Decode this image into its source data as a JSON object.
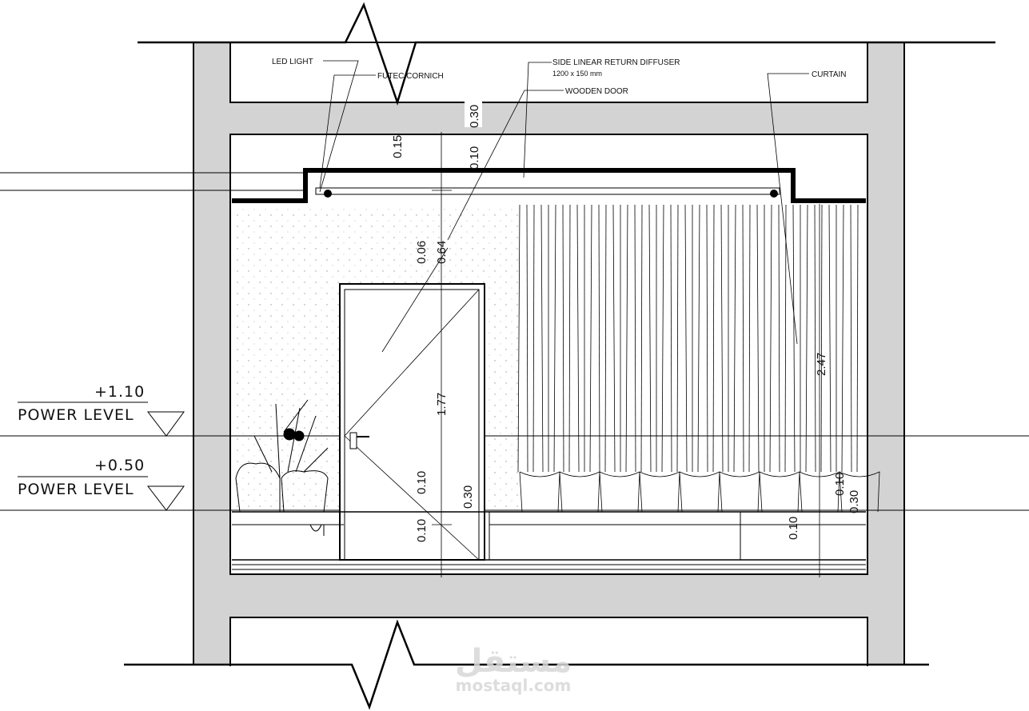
{
  "drawing": {
    "annotations": {
      "led_light": "LED LIGHT",
      "futec_cornich": "FUTEC CORNICH",
      "diffuser": "SIDE LINEAR RETURN DIFFUSER",
      "diffuser_size": "1200 x 150 mm",
      "wooden_door": "WOODEN DOOR",
      "curtain": "CURTAIN"
    },
    "dimensions": {
      "slab": "0.30",
      "cornice_drop": "0.15",
      "cornice_gap": "0.10",
      "door_top_gap": "0.06",
      "above_door": "0.64",
      "door_height": "1.77",
      "cabinet_top_left": "0.10",
      "cabinet_left": "0.30",
      "cabinet_base_left": "0.10",
      "curtain_height": "2.47",
      "cabinet_top_right": "0.10",
      "cabinet_right": "0.30",
      "cabinet_base_right": "0.10"
    },
    "levels": [
      {
        "value": "+1.10",
        "label": "POWER LEVEL"
      },
      {
        "value": "+0.50",
        "label": "POWER LEVEL"
      }
    ],
    "watermark": {
      "arabic": "مستقل",
      "latin": "mostaql.com"
    },
    "colors": {
      "wall_fill": "#d3d3d3",
      "line": "#000000"
    }
  }
}
